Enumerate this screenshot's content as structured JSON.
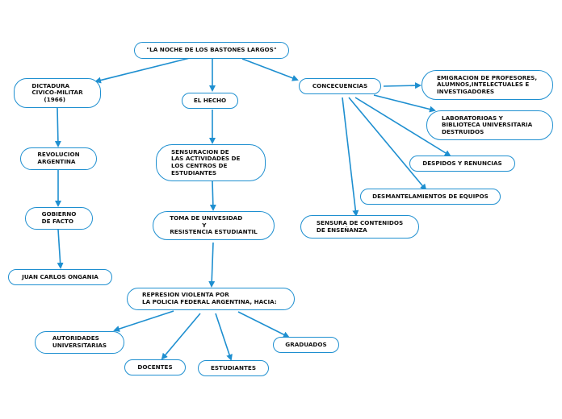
{
  "colors": {
    "border": "#1e8fd0",
    "arrow": "#1e8fd0",
    "text": "#111111",
    "background": "#ffffff"
  },
  "nodes": {
    "root": "\"LA NOCHE DE LOS BASTONES LARGOS\"",
    "dictadura": "DICTADURA\nCIVICO-MILITAR\n      (1966)",
    "revolucion": "REVOLUCION\nARGENTINA",
    "gobierno": "GOBIERNO\nDE FACTO",
    "ongania": "JUAN CARLOS ONGANIA",
    "hecho": "EL HECHO",
    "sensuracion": "SENSURACION DE\nLAS ACTIVIDADES DE\nLOS CENTROS DE\nESTUDIANTES",
    "toma": "TOMA DE UNIVESIDAD\n                Y\nRESISTENCIA ESTUDIANTIL",
    "represion": "REPRESION VIOLENTA POR\nLA POLICIA FEDERAL ARGENTINA, HACIA:",
    "autoridades": "AUTORIDADES\nUNIVERSITARIAS",
    "docentes": "DOCENTES",
    "estudiantes": "ESTUDIANTES",
    "graduados": "GRADUADOS",
    "concecuencias": "CONCECUENCIAS",
    "emigracion": "EMIGRACION DE PROFESORES,\nALUMNOS,INTELECTUALES E\nINVESTIGADORES",
    "laboratorios": "LABORATORIOAS Y\nBIBLIOTECA UNIVERSITARIA\nDESTRUIDOS",
    "despidos": "DESPIDOS Y RENUNCIAS",
    "desmantelamientos": "DESMANTELAMIENTOS DE EQUIPOS",
    "sensura": "SENSURA DE CONTENIDOS\nDE ENSEÑANZA"
  },
  "edges": [
    [
      "root",
      "dictadura"
    ],
    [
      "root",
      "hecho"
    ],
    [
      "root",
      "concecuencias"
    ],
    [
      "dictadura",
      "revolucion"
    ],
    [
      "revolucion",
      "gobierno"
    ],
    [
      "gobierno",
      "ongania"
    ],
    [
      "hecho",
      "sensuracion"
    ],
    [
      "sensuracion",
      "toma"
    ],
    [
      "toma",
      "represion"
    ],
    [
      "represion",
      "autoridades"
    ],
    [
      "represion",
      "docentes"
    ],
    [
      "represion",
      "estudiantes"
    ],
    [
      "represion",
      "graduados"
    ],
    [
      "concecuencias",
      "emigracion"
    ],
    [
      "concecuencias",
      "laboratorios"
    ],
    [
      "concecuencias",
      "despidos"
    ],
    [
      "concecuencias",
      "desmantelamientos"
    ],
    [
      "concecuencias",
      "sensura"
    ]
  ]
}
